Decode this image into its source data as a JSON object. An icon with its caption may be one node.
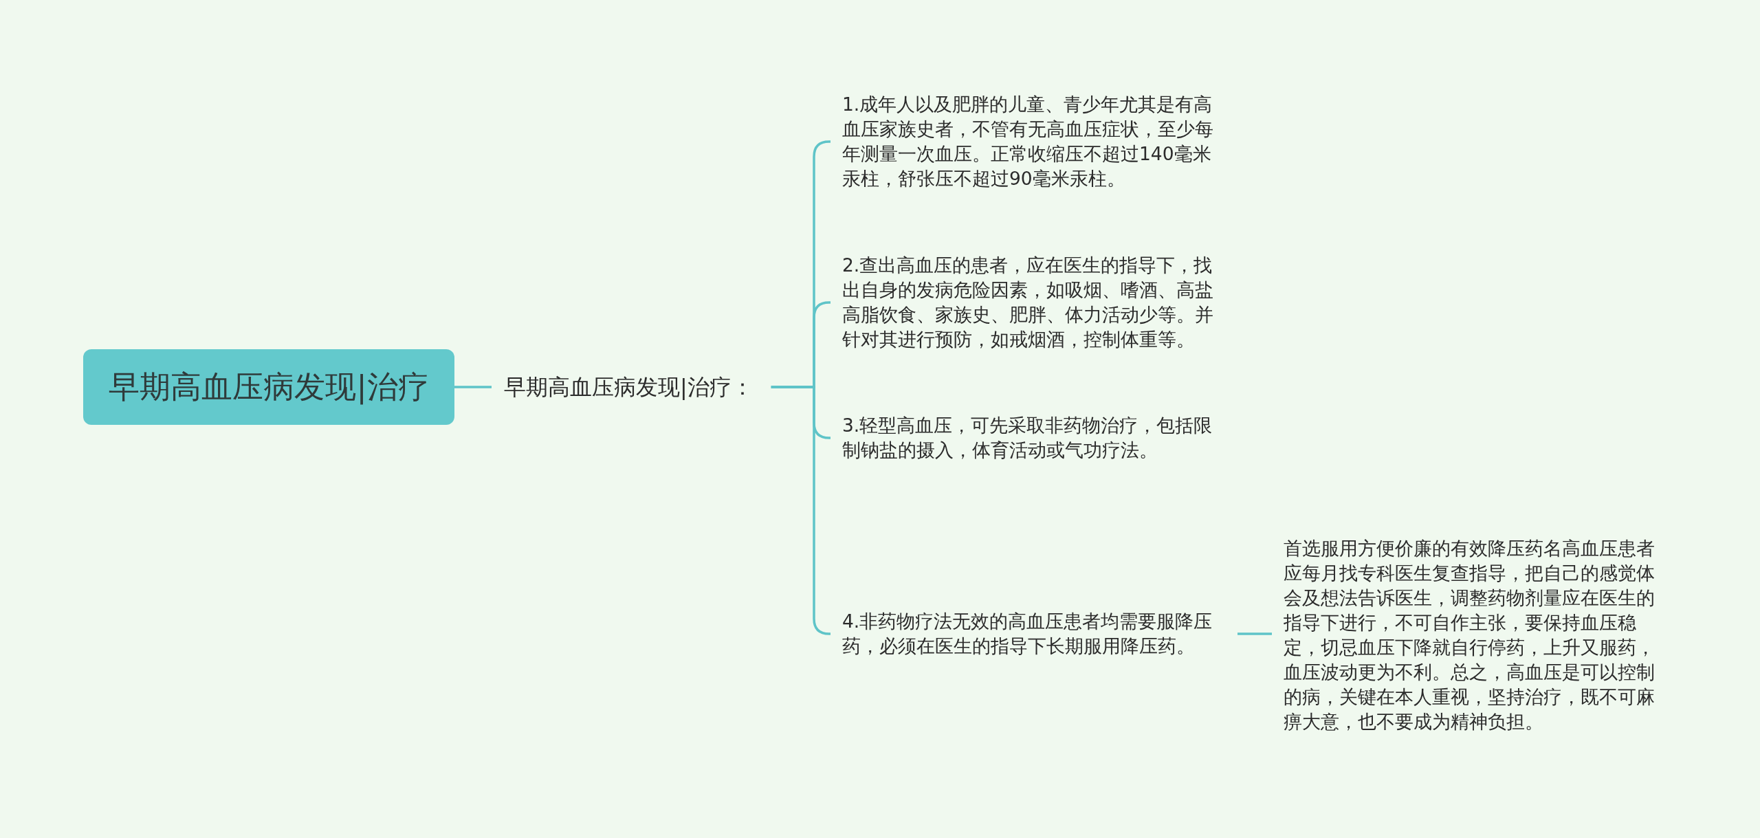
{
  "diagram": {
    "nodes": [
      {
        "text": [
          "早期高血压病发现|治疗"
        ]
      },
      {
        "text": [
          "早期高血压病发现|治疗："
        ]
      },
      {
        "text": [
          "1.成年人以及肥胖的儿童、青少年尤其是有高血压家族史者，不管有无高血压症状，至少每年测量一次血压。正常收缩压不超过140毫米汞柱，舒张压不超过90毫米汞柱。"
        ]
      },
      {
        "text": [
          "2.查出高血压的患者，应在医生的指导下，找出自身的发病危险因素，如吸烟、嗜酒、高盐高脂饮食、家族史、肥胖、体力活动少等。并针对其进行预防，如戒烟酒，控制体重等。"
        ]
      },
      {
        "text": [
          "3.轻型高血压，可先采取非药物治疗，包括限制钠盐的摄入，体育活动或气功疗法。"
        ]
      },
      {
        "text": [
          "4.非药物疗法无效的高血压患者均需要服降压药，必须在医生的指导下长期服用降压药。"
        ]
      },
      {
        "text": [
          "首选服用方便价廉的有效降压药名高血压患者应每月找专科医生复查指导，把自己的感觉体会及想法告诉医生，调整药物剂量应在医生的指导下进行，不可自作主张，要保持血压稳定，切忌血压下降就自行停药，上升又服药，血压波动更为不利。总之，高血压是可以控制的病，关键在本人重视，坚持治疗，既不可麻痹大意，也不要成为精神负担。"
        ]
      }
    ],
    "edges": [
      {
        "from": 0,
        "to": 1,
        "arrow": "none"
      },
      {
        "from": 1,
        "to": 2,
        "arrow": "none"
      },
      {
        "from": 1,
        "to": 3,
        "arrow": "none"
      },
      {
        "from": 1,
        "to": 4,
        "arrow": "none"
      },
      {
        "from": 1,
        "to": 5,
        "arrow": "none"
      },
      {
        "from": 5,
        "to": 6,
        "arrow": "none"
      }
    ]
  }
}
